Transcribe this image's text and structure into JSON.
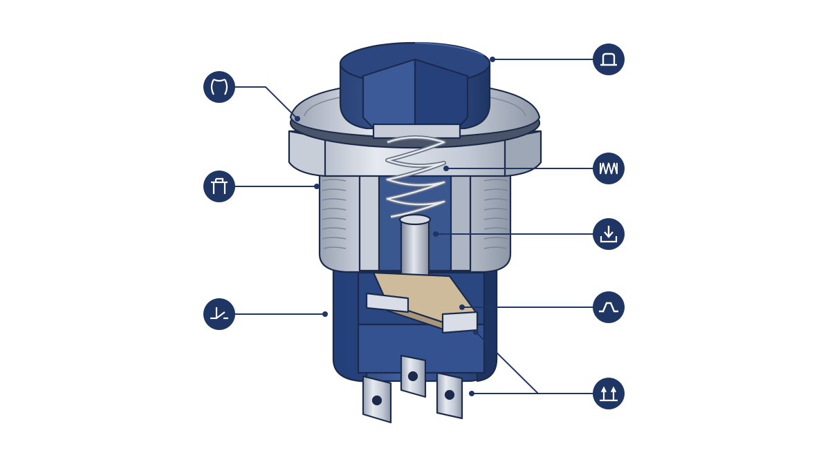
{
  "diagram": {
    "theme": {
      "navy": "#1f3564",
      "navy_dark": "#152649",
      "navy_light": "#3d5a94",
      "body_blue": "#2e4a85",
      "metal_light": "#dde2ea",
      "metal_mid": "#b7bfcc",
      "metal_dark": "#8c95a5",
      "outline": "#1b2a4a",
      "contact_tan": "#cdbb9c",
      "leader": "#1f3564"
    },
    "callouts": [
      {
        "icon": "button-cap-icon",
        "side": "right",
        "target": "actuator-cap"
      },
      {
        "icon": "compression-spring-icon",
        "side": "right",
        "target": "return-spring"
      },
      {
        "icon": "press-down-icon",
        "side": "right",
        "target": "plunger-stem"
      },
      {
        "icon": "contact-curve-icon",
        "side": "right",
        "target": "movable-contact"
      },
      {
        "icon": "solder-terminals-icon",
        "side": "right",
        "target": "terminals"
      },
      {
        "icon": "seal-ring-icon",
        "side": "left",
        "target": "o-ring-seal"
      },
      {
        "icon": "threaded-bushing-icon",
        "side": "left",
        "target": "threaded-housing"
      },
      {
        "icon": "switch-contact-icon",
        "side": "left",
        "target": "switch-base-housing"
      }
    ]
  }
}
